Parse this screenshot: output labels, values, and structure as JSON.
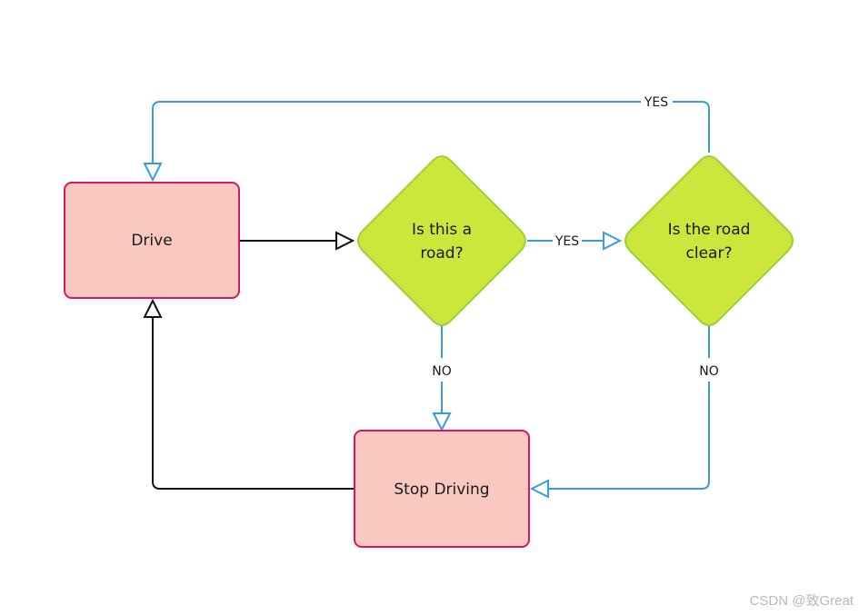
{
  "colors": {
    "process_fill": "#f9c8c0",
    "process_stroke": "#d9165f",
    "decision_fill": "#cde63b",
    "decision_stroke": "#9bd13b",
    "edge_blue": "#3a9be0",
    "edge_black": "#111111"
  },
  "nodes": {
    "drive": {
      "label": "Drive"
    },
    "stop": {
      "label": "Stop Driving"
    },
    "is_road": {
      "label_line1": "Is this a",
      "label_line2": "road?"
    },
    "road_clear": {
      "label_line1": "Is the road",
      "label_line2": "clear?"
    }
  },
  "edges": {
    "road_yes": "YES",
    "clear_yes": "YES",
    "road_no": "NO",
    "clear_no": "NO"
  },
  "watermark": "CSDN @致Great"
}
